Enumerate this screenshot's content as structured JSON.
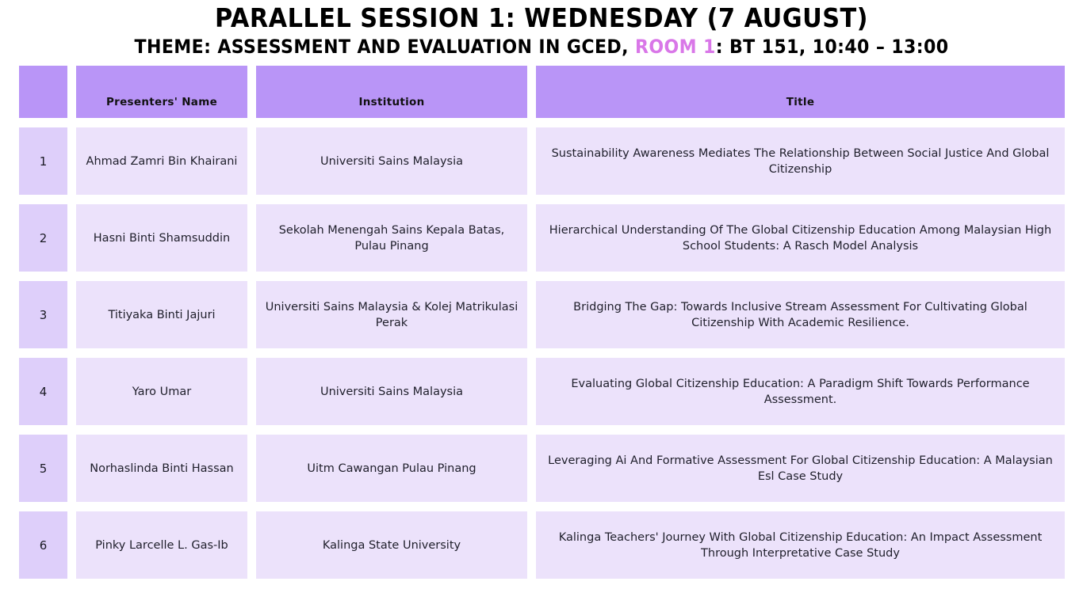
{
  "heading": {
    "title": "PARALLEL SESSION 1: WEDNESDAY (7 AUGUST)",
    "subtitle_before": "THEME: ASSESSMENT AND EVALUATION IN GCED, ",
    "subtitle_room": "ROOM 1",
    "subtitle_after": ": BT 151,  10:40 – 13:00",
    "accent_color": "#d977e8"
  },
  "table": {
    "columns": [
      "",
      "Presenters'  Name",
      "Institution",
      "Title"
    ],
    "header_bg": "#b995f7",
    "num_cell_bg": "#decffa",
    "cell_bg": "#ece2fb",
    "rows": [
      {
        "num": "1",
        "name": "Ahmad Zamri Bin Khairani",
        "institution": "Universiti Sains Malaysia",
        "title": "Sustainability Awareness Mediates The Relationship Between Social Justice And Global Citizenship"
      },
      {
        "num": "2",
        "name": "Hasni Binti Shamsuddin",
        "institution": "Sekolah Menengah Sains Kepala Batas, Pulau Pinang",
        "title": "Hierarchical Understanding Of The Global Citizenship Education Among Malaysian High School Students: A Rasch Model Analysis"
      },
      {
        "num": "3",
        "name": "Titiyaka Binti Jajuri",
        "institution": "Universiti Sains Malaysia & Kolej Matrikulasi Perak",
        "title": "Bridging The Gap: Towards Inclusive Stream Assessment For Cultivating Global Citizenship With Academic Resilience."
      },
      {
        "num": "4",
        "name": "Yaro Umar",
        "institution": "Universiti Sains Malaysia",
        "title": "Evaluating Global Citizenship Education: A Paradigm Shift Towards Performance Assessment."
      },
      {
        "num": "5",
        "name": "Norhaslinda Binti Hassan",
        "institution": "Uitm Cawangan Pulau Pinang",
        "title": "Leveraging Ai And Formative Assessment For Global Citizenship Education: A Malaysian Esl Case Study"
      },
      {
        "num": "6",
        "name": "Pinky Larcelle L. Gas-Ib",
        "institution": "Kalinga State University",
        "title": "Kalinga Teachers' Journey With Global Citizenship Education: An Impact Assessment Through Interpretative Case Study"
      }
    ]
  }
}
